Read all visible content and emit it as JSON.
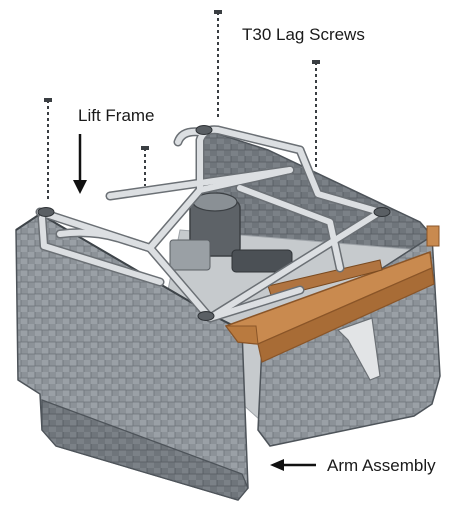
{
  "labels": {
    "lag_screws": "T30 Lag Screws",
    "lift_frame": "Lift Frame",
    "arm_assembly": "Arm Assembly"
  },
  "colors": {
    "background": "#ffffff",
    "cushion": "#8f959b",
    "cushion_dark": "#5f656b",
    "frame": "#d8dbde",
    "frame_edge": "#6b7075",
    "wood": "#c98a4f",
    "wood_dark": "#8a5528"
  }
}
